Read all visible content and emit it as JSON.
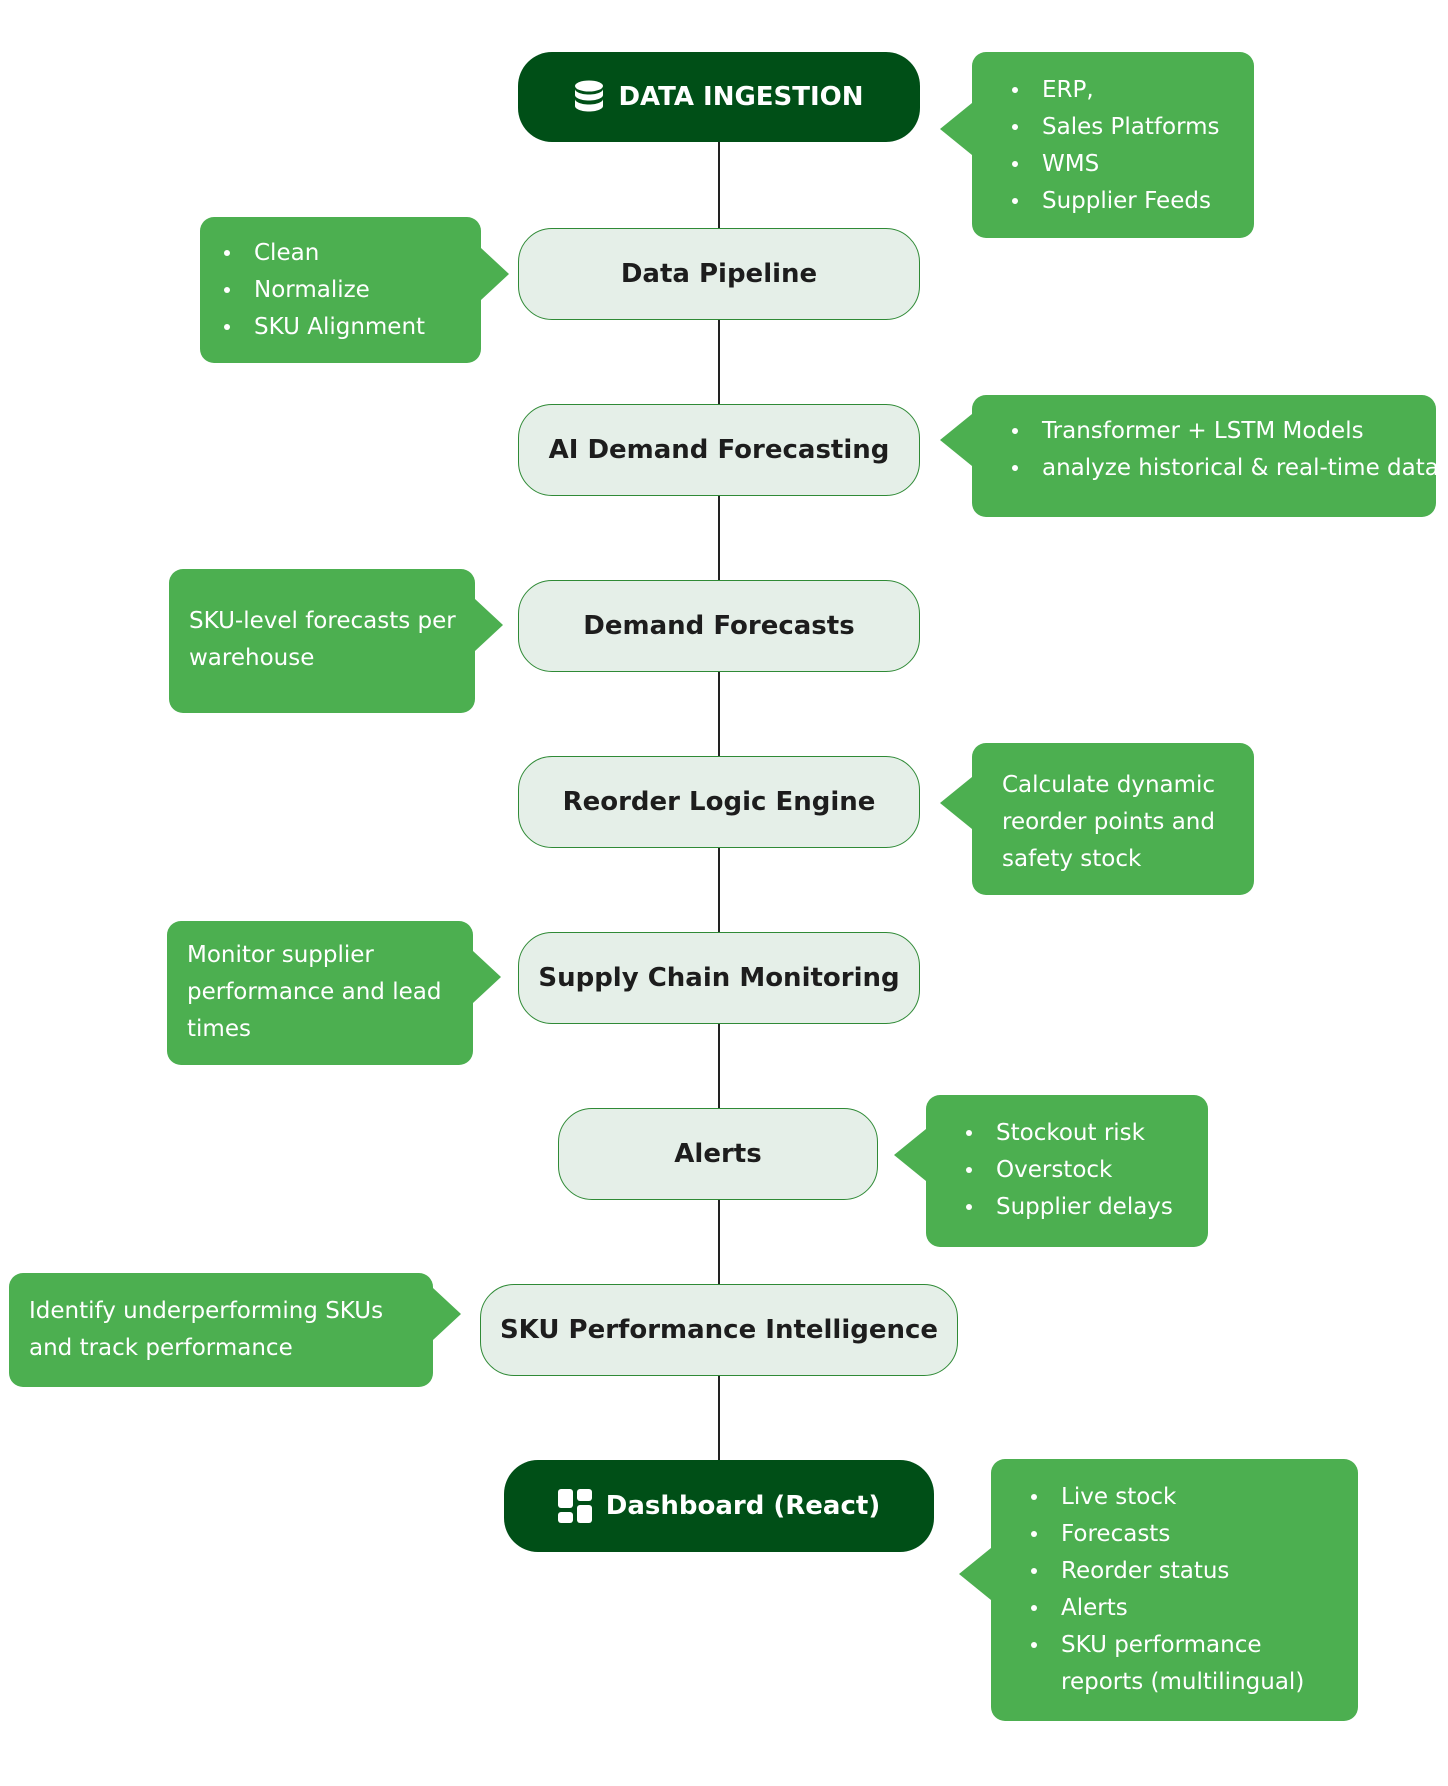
{
  "colors": {
    "dark_node": "#004f17",
    "light_node_fill": "#e5efe8",
    "light_node_border": "#2f8a36",
    "callout": "#4caf50",
    "connector": "#222222"
  },
  "steps": [
    {
      "label": "DATA INGESTION",
      "style": "dark",
      "icon": "database-icon"
    },
    {
      "label": "Data Pipeline",
      "style": "light"
    },
    {
      "label": "AI Demand Forecasting",
      "style": "light"
    },
    {
      "label": "Demand Forecasts",
      "style": "light"
    },
    {
      "label": "Reorder Logic Engine",
      "style": "light"
    },
    {
      "label": "Supply Chain Monitoring",
      "style": "light"
    },
    {
      "label": "Alerts",
      "style": "light"
    },
    {
      "label": "SKU Performance Intelligence",
      "style": "light"
    },
    {
      "label": "Dashboard (React)",
      "style": "dark",
      "icon": "dashboard-grid-icon"
    }
  ],
  "callouts": {
    "ingestion_sources": {
      "items": [
        "ERP,",
        "Sales Platforms",
        "WMS",
        "Supplier Feeds"
      ]
    },
    "pipeline_steps": {
      "items": [
        "Clean",
        "Normalize",
        "SKU Alignment"
      ]
    },
    "forecasting_models": {
      "items": [
        "Transformer + LSTM Models",
        "analyze historical & real-time data"
      ]
    },
    "forecasts_note": {
      "text": "SKU-level forecasts per warehouse"
    },
    "reorder_note": {
      "text": "Calculate dynamic reorder points and safety stock"
    },
    "monitoring_note": {
      "text": "Monitor supplier performance and lead times"
    },
    "alert_types": {
      "items": [
        "Stockout risk",
        "Overstock",
        "Supplier delays"
      ]
    },
    "sku_note": {
      "text": "Identify underperforming SKUs and track performance"
    },
    "dashboard_features": {
      "items": [
        "Live stock",
        "Forecasts",
        "Reorder status",
        "Alerts",
        "SKU performance reports (multilingual)"
      ]
    }
  }
}
